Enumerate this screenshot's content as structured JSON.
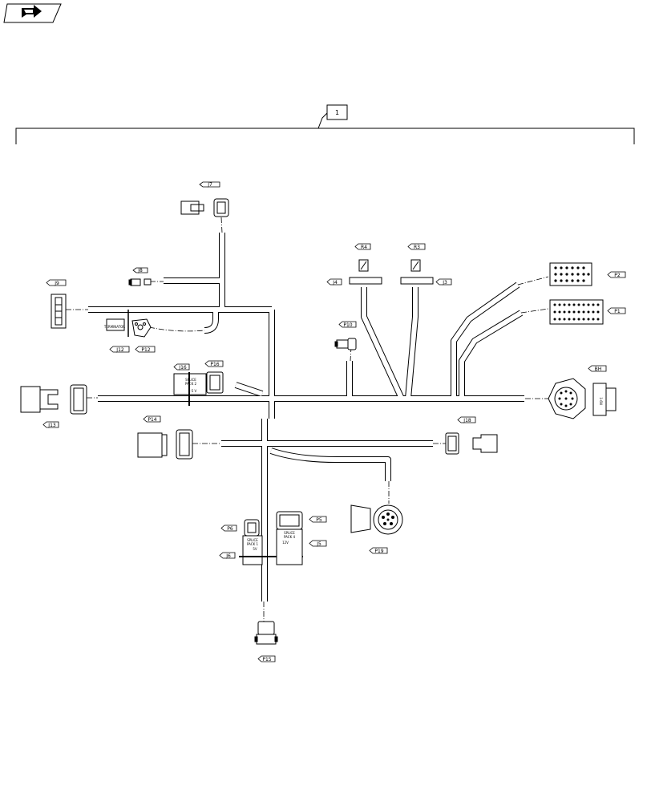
{
  "header": {
    "icon": "next-page-icon"
  },
  "assembly": {
    "item_number": "1"
  },
  "callouts": {
    "j7": "J7",
    "j8": "J8",
    "j9": "J9",
    "r4": "R4",
    "r3": "R3",
    "j4": "J4",
    "j3": "J3",
    "p2": "P2",
    "p1": "P1",
    "p10": "P10",
    "j12": "J12",
    "p12": "P12",
    "j16": "J16",
    "p16": "P16",
    "bh": "BH",
    "j13": "J13",
    "p14": "P14",
    "j18": "J18",
    "p6": "P6",
    "p5": "P5",
    "j6": "J6",
    "j5": "J5",
    "p19": "P19",
    "p15": "P15"
  },
  "component_text": {
    "terminator": "TERMINATOR",
    "splice_j16_line1": "SPLICE",
    "splice_j16_line2": "PACK 2",
    "splice_j16_line3": "3-5 V",
    "splice_j6_line1": "SPLICE",
    "splice_j6_line2": "PACK 1",
    "splice_j6_line3": "5V",
    "splice_j5_line1": "SPLICE",
    "splice_j5_line2": "PACK 4",
    "splice_j5_line3": "12V",
    "bh_mark": "1-6N"
  }
}
